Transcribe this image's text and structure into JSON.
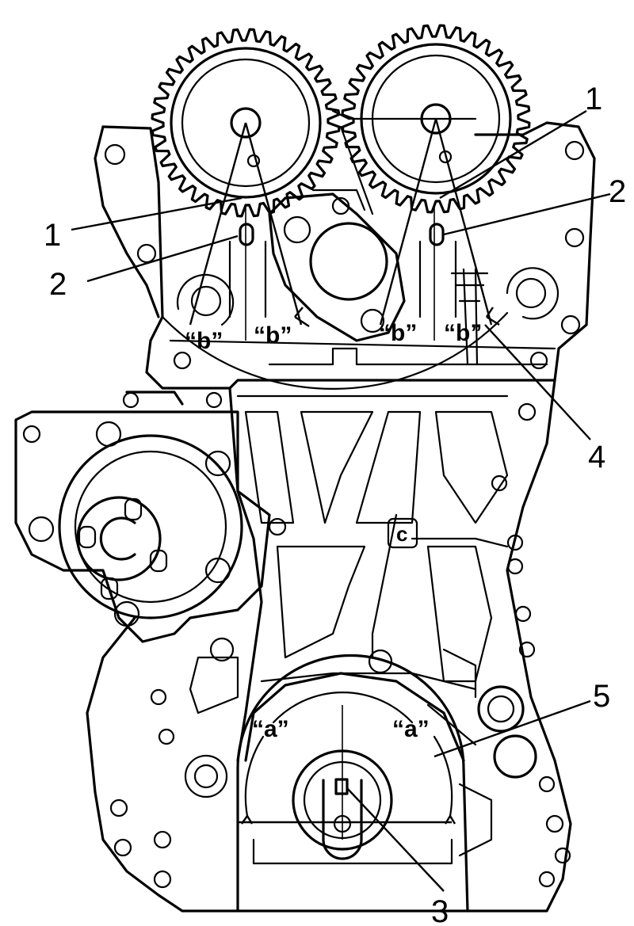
{
  "callouts": {
    "c1_left": "1",
    "c1_right": "1",
    "c2_left": "2",
    "c2_right": "2",
    "c3": "3",
    "c4": "4",
    "c5": "5"
  },
  "marks": {
    "b1": "“b”",
    "b2": "“b”",
    "b3": "“b”",
    "b4": "“b”",
    "a_left": "“a”",
    "a_right": "“a”",
    "c_tag": "c"
  },
  "icons": {
    "left_sprocket": "cam-sprocket-icon",
    "right_sprocket": "cam-sprocket-icon",
    "crank": "crankshaft-icon",
    "water_pump": "water-pump-icon"
  }
}
